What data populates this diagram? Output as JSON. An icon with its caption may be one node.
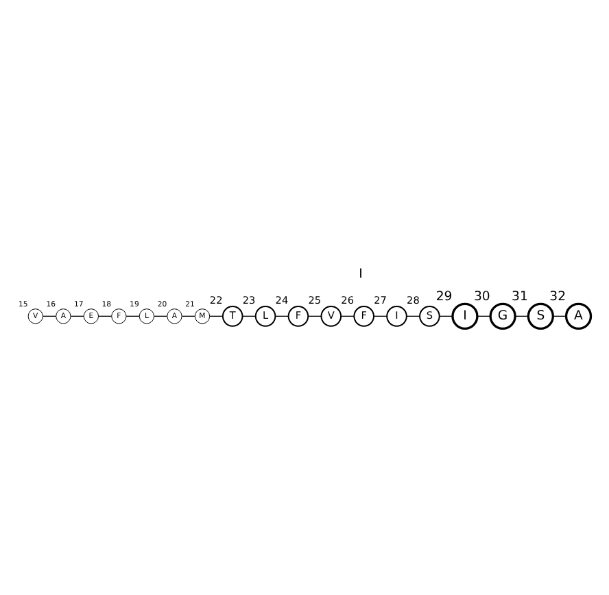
{
  "diagram": {
    "nodes": [
      {
        "text": [
          "V"
        ],
        "beside": [
          "15"
        ]
      },
      {
        "text": [
          "A"
        ],
        "beside": [
          "16"
        ]
      },
      {
        "text": [
          "E"
        ],
        "beside": [
          "17"
        ]
      },
      {
        "text": [
          "F"
        ],
        "beside": [
          "18"
        ]
      },
      {
        "text": [
          "L"
        ],
        "beside": [
          "19"
        ]
      },
      {
        "text": [
          "A"
        ],
        "beside": [
          "20"
        ]
      },
      {
        "text": [
          "M"
        ],
        "beside": [
          "21"
        ]
      },
      {
        "text": [
          "T"
        ],
        "beside": [
          "22"
        ]
      },
      {
        "text": [
          "L"
        ],
        "beside": [
          "23"
        ]
      },
      {
        "text": [
          "F"
        ],
        "beside": [
          "24"
        ]
      },
      {
        "text": [
          "V"
        ],
        "beside": [
          "25"
        ]
      },
      {
        "text": [
          "F"
        ],
        "beside": [
          "26"
        ]
      },
      {
        "text": [
          "I"
        ],
        "beside": [
          "27"
        ]
      },
      {
        "text": [
          "S"
        ],
        "beside": [
          "28"
        ]
      },
      {
        "text": [
          "I"
        ],
        "beside": [
          "29"
        ]
      },
      {
        "text": [
          "G"
        ],
        "beside": [
          "30"
        ]
      },
      {
        "text": [
          "S"
        ],
        "beside": [
          "31"
        ]
      },
      {
        "text": [
          "A"
        ],
        "beside": [
          "32"
        ]
      }
    ],
    "edges": [
      {
        "from": 0,
        "to": 1,
        "arrow": "none"
      },
      {
        "from": 1,
        "to": 2,
        "arrow": "none"
      },
      {
        "from": 2,
        "to": 3,
        "arrow": "none"
      },
      {
        "from": 3,
        "to": 4,
        "arrow": "none"
      },
      {
        "from": 4,
        "to": 5,
        "arrow": "none"
      },
      {
        "from": 5,
        "to": 6,
        "arrow": "none"
      },
      {
        "from": 6,
        "to": 7,
        "arrow": "none"
      },
      {
        "from": 7,
        "to": 8,
        "arrow": "none"
      },
      {
        "from": 8,
        "to": 9,
        "arrow": "none"
      },
      {
        "from": 9,
        "to": 10,
        "arrow": "none"
      },
      {
        "from": 10,
        "to": 11,
        "arrow": "none"
      },
      {
        "from": 11,
        "to": 12,
        "arrow": "none"
      },
      {
        "from": 12,
        "to": 13,
        "arrow": "none"
      },
      {
        "from": 13,
        "to": 14,
        "arrow": "none"
      },
      {
        "from": 14,
        "to": 15,
        "arrow": "none"
      },
      {
        "from": 15,
        "to": 16,
        "arrow": "none"
      },
      {
        "from": 16,
        "to": 17,
        "arrow": "none"
      }
    ],
    "labels": [
      "I"
    ]
  }
}
